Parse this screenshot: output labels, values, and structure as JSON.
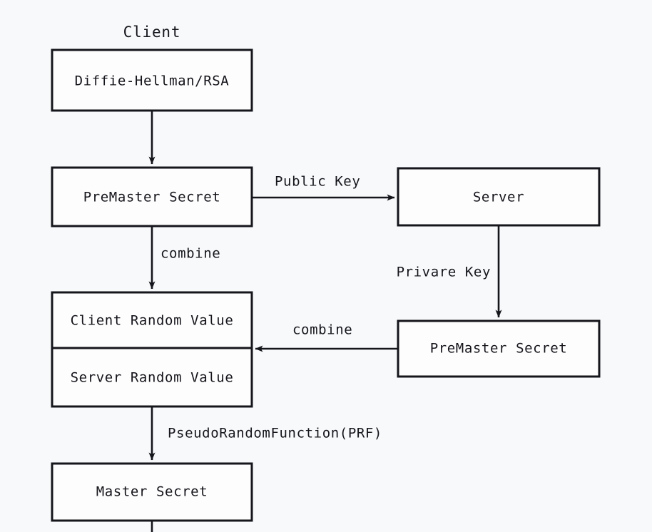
{
  "diagram": {
    "title": "Client",
    "background_color": "#f8f9fa",
    "stroke_color": "#15151c",
    "box_fill_color": "#fdfdfd",
    "nodes": {
      "key_exchange": "Diffie-Hellman/RSA",
      "client_premaster": "PreMaster Secret",
      "server": "Server",
      "server_premaster": "PreMaster Secret",
      "client_random": "Client Random Value",
      "server_random": "Server Random Value",
      "master_secret": "Master Secret"
    },
    "edges": {
      "keyexchange_to_premaster": "",
      "premaster_to_server": "Public Key",
      "premaster_to_randoms": "combine",
      "server_to_server_premaster": "Privare Key",
      "server_premaster_to_randoms": "combine",
      "randoms_to_master": "PseudoRandomFunction(PRF)"
    }
  }
}
